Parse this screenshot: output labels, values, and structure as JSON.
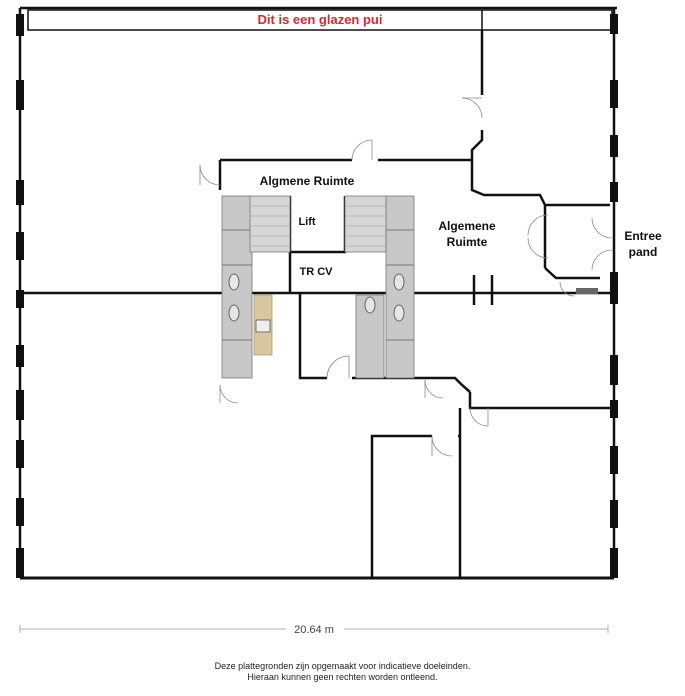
{
  "plan": {
    "facade_label": "Dit is een glazen pui",
    "rooms": {
      "general_space_top": "Algmene Ruimte",
      "general_space_right_line1": "Algemene",
      "general_space_right_line2": "Ruimte",
      "entrance_line1": "Entree",
      "entrance_line2": "pand",
      "lift": "Lift",
      "technical_room": "TR CV"
    },
    "dimension": "20.64 m",
    "colors": {
      "wall": "#111111",
      "sanitary_fill": "#c8c8c8",
      "counter_fill": "#d8c8a0",
      "facade_text": "#e0262a"
    }
  },
  "disclaimer": {
    "line1": "Deze plattegronden zijn opgemaakt voor indicatieve doeleinden.",
    "line2": "Hieraan kunnen geen rechten worden ontleend."
  }
}
